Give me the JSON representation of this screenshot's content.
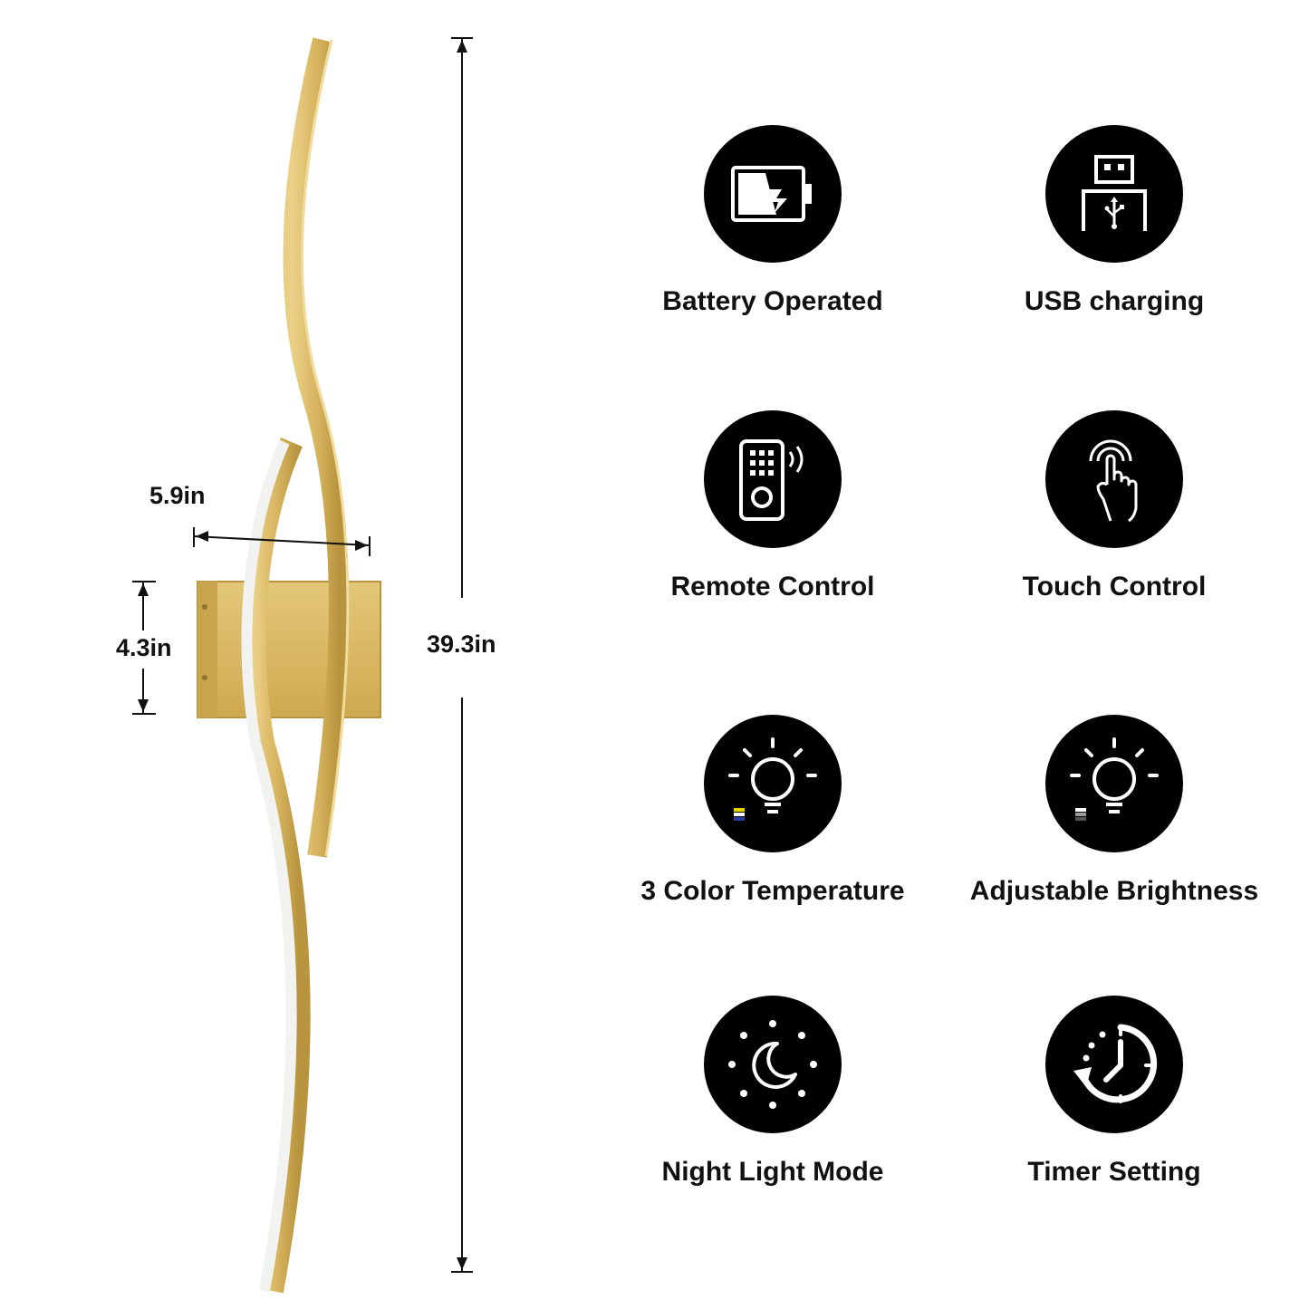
{
  "dimensions": {
    "width_label": "5.9in",
    "base_height_label": "4.3in",
    "total_height_label": "39.3in"
  },
  "colors": {
    "gold": "#d8b560",
    "gold_dark": "#b8943e",
    "light_strip": "#f2f2f0",
    "icon_bg": "#000000",
    "icon_fg": "#ffffff"
  },
  "features": [
    {
      "label": "Battery Operated",
      "icon": "battery-icon"
    },
    {
      "label": "USB charging",
      "icon": "usb-icon"
    },
    {
      "label": "Remote Control",
      "icon": "remote-control-icon"
    },
    {
      "label": "Touch Control",
      "icon": "touch-icon"
    },
    {
      "label": "3 Color Temperature",
      "icon": "bulb-color-temperature-icon"
    },
    {
      "label": "Adjustable Brightness",
      "icon": "bulb-brightness-icon"
    },
    {
      "label": "Night Light Mode",
      "icon": "night-moon-icon"
    },
    {
      "label": "Timer Setting",
      "icon": "timer-clock-icon"
    }
  ]
}
